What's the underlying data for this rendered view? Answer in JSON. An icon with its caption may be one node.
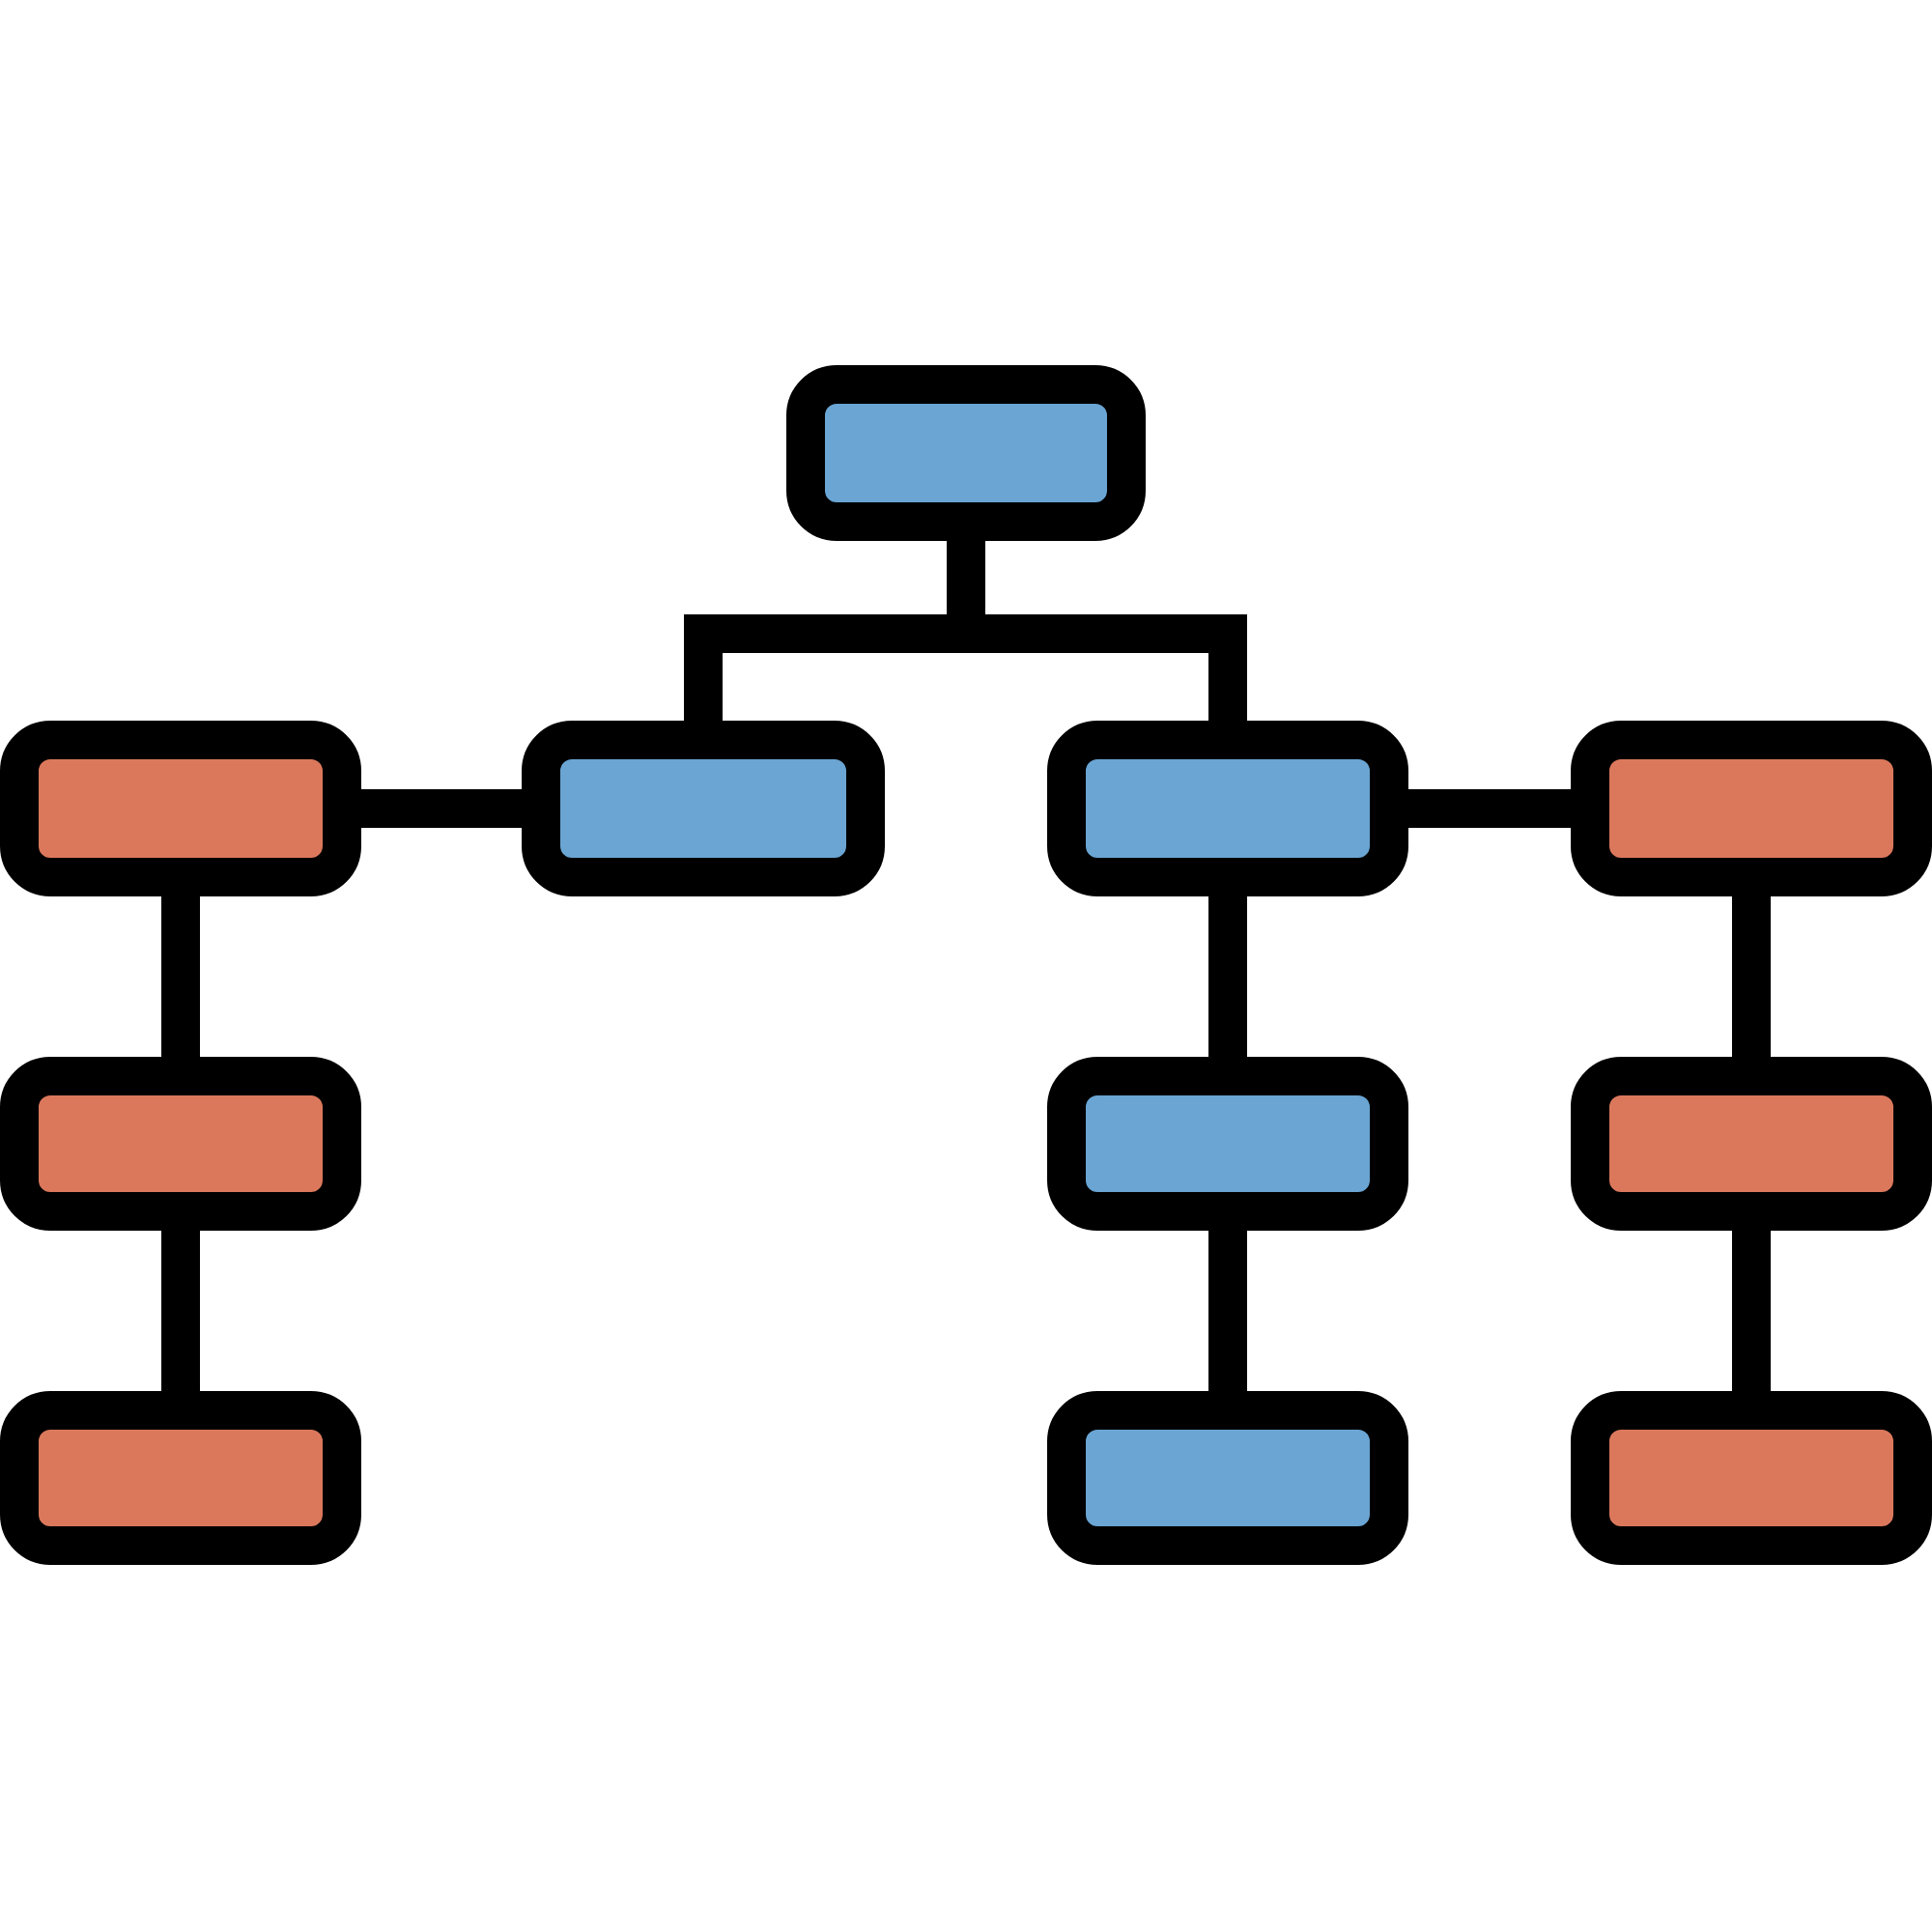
{
  "diagram": {
    "nodes": [
      {
        "text": [],
        "shape": "box"
      },
      {
        "text": [],
        "shape": "box"
      },
      {
        "text": [],
        "shape": "box"
      },
      {
        "text": [],
        "shape": "box"
      },
      {
        "text": [],
        "shape": "box"
      },
      {
        "text": [],
        "shape": "box"
      },
      {
        "text": [],
        "shape": "box"
      },
      {
        "text": [],
        "shape": "box"
      },
      {
        "text": [],
        "shape": "box"
      },
      {
        "text": [],
        "shape": "box"
      },
      {
        "text": [],
        "shape": "box"
      }
    ],
    "edges": [
      {
        "from": 0,
        "to": 2,
        "arrow": "none"
      },
      {
        "from": 0,
        "to": 3,
        "arrow": "none"
      },
      {
        "from": 2,
        "to": 1,
        "arrow": "none"
      },
      {
        "from": 3,
        "to": 4,
        "arrow": "none"
      },
      {
        "from": 1,
        "to": 5,
        "arrow": "none"
      },
      {
        "from": 5,
        "to": 8,
        "arrow": "none"
      },
      {
        "from": 3,
        "to": 6,
        "arrow": "none"
      },
      {
        "from": 6,
        "to": 9,
        "arrow": "none"
      },
      {
        "from": 4,
        "to": 7,
        "arrow": "none"
      },
      {
        "from": 7,
        "to": 10,
        "arrow": "none"
      }
    ]
  }
}
